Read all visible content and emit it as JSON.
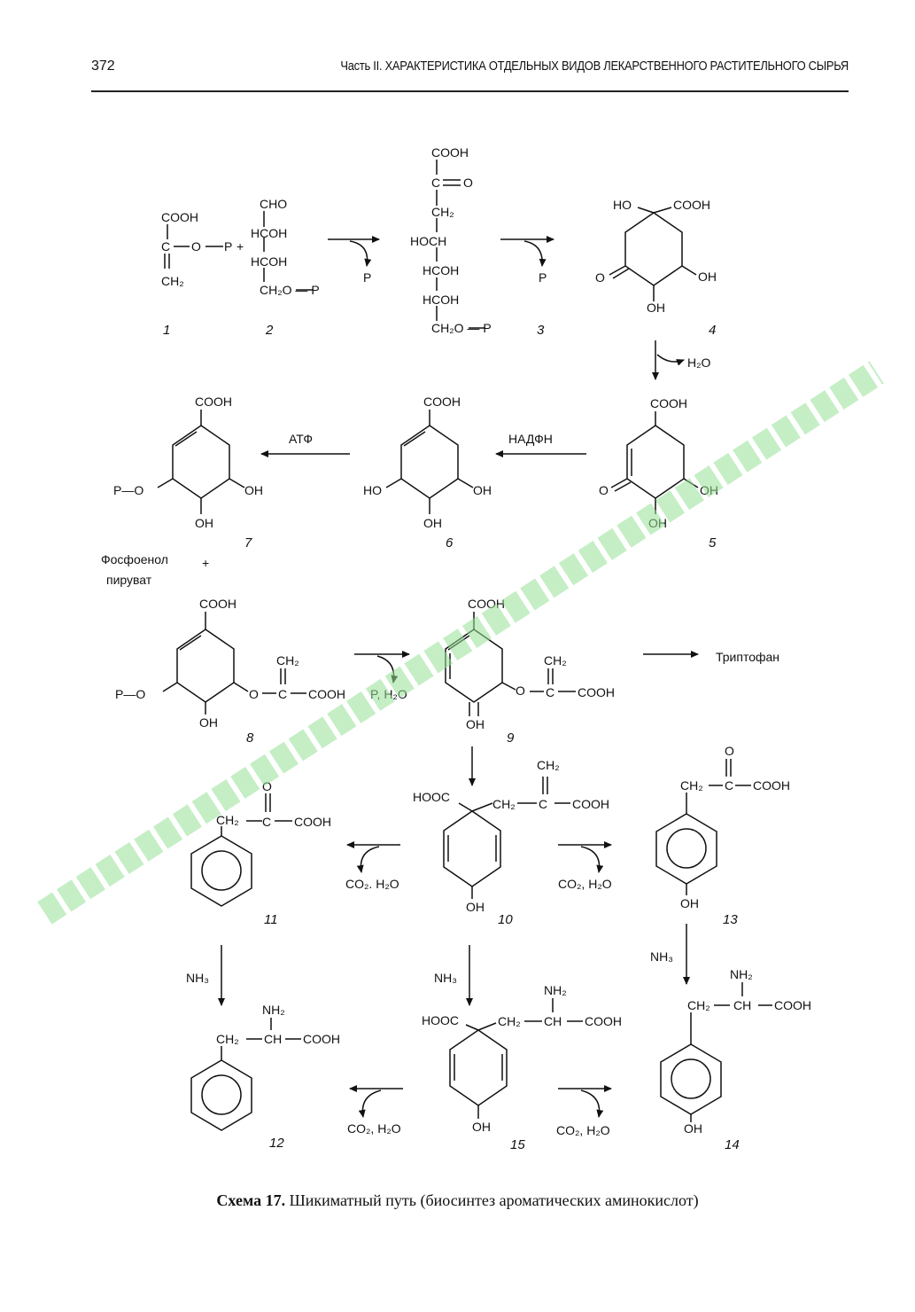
{
  "header": {
    "page_number": "372",
    "running_title": "Часть II. ХАРАКТЕРИСТИКА ОТДЕЛЬНЫХ ВИДОВ ЛЕКАРСТВЕННОГО РАСТИТЕЛЬНОГО СЫРЬЯ"
  },
  "caption": {
    "label": "Схема 17.",
    "text": "Шикиматный путь (биосинтез ароматических аминокислот)"
  },
  "compounds": [
    {
      "number": "1"
    },
    {
      "number": "2"
    },
    {
      "number": "3"
    },
    {
      "number": "4"
    },
    {
      "number": "5"
    },
    {
      "number": "6"
    },
    {
      "number": "7"
    },
    {
      "number": "8"
    },
    {
      "number": "9"
    },
    {
      "number": "10"
    },
    {
      "number": "11"
    },
    {
      "number": "12"
    },
    {
      "number": "13"
    },
    {
      "number": "14"
    },
    {
      "number": "15"
    }
  ],
  "reagents": {
    "p": "P",
    "h2o": "H₂O",
    "atp": "АТФ",
    "nadph": "НАДФН",
    "pep_line1": "Фосфоенол",
    "pep_plus": "+",
    "pep_line2": "пируват",
    "p_h2o": "P, H₂O",
    "tryptophan": "Триптофан",
    "co2_h2o": "CO₂, H₂O",
    "co2_h2o_dot": "CO₂. H₂O",
    "nh3": "NH₃"
  },
  "groups": {
    "cooh": "COOH",
    "hooc": "HOOC",
    "cho": "CHO",
    "hcoh": "HCOH",
    "hoch": "HOCH",
    "ch2": "CH₂",
    "ch2op": "CH₂O — P",
    "oh": "OH",
    "ho": "HO",
    "o": "O",
    "c": "C",
    "ch": "CH",
    "nh2": "NH₂",
    "po": "P—O",
    "plus": "+"
  }
}
